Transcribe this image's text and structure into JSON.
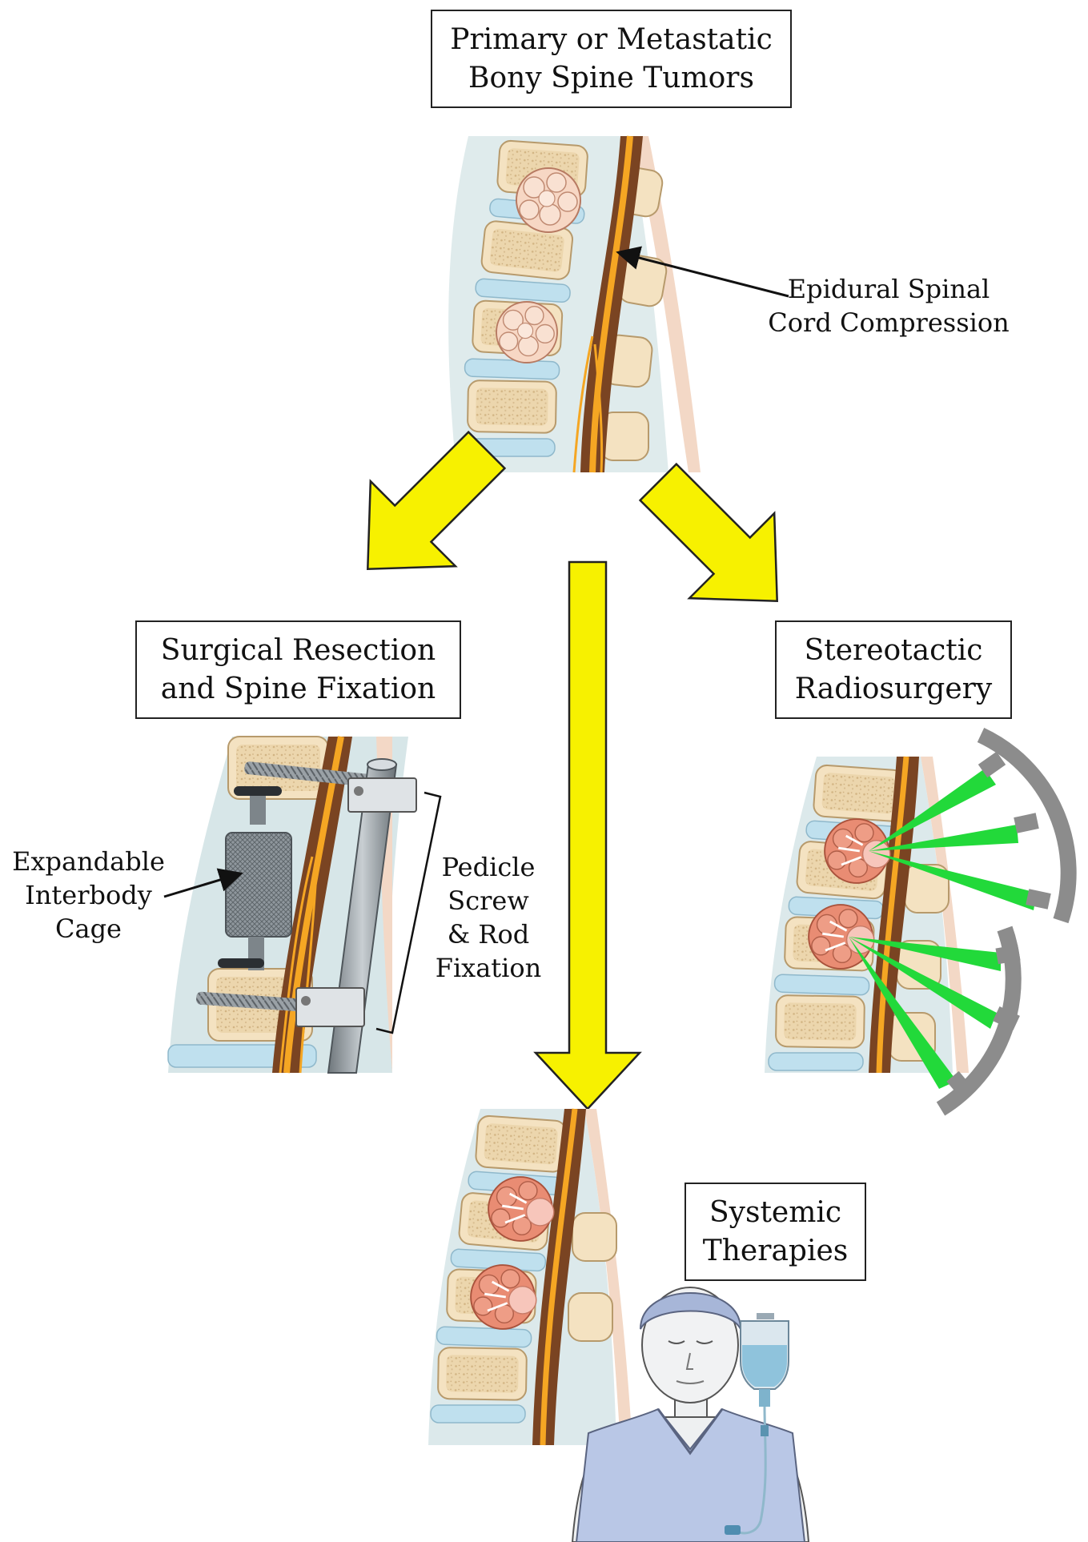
{
  "boxes": {
    "top": {
      "line1": "Primary or Metastatic",
      "line2": "Bony Spine Tumors"
    },
    "surgical": {
      "line1": "Surgical Resection",
      "line2": "and Spine Fixation"
    },
    "srs": {
      "line1": "Stereotactic",
      "line2": "Radiosurgery"
    },
    "systemic": {
      "line1": "Systemic",
      "line2": "Therapies"
    }
  },
  "labels": {
    "escc": {
      "line1": "Epidural Spinal",
      "line2": "Cord Compression"
    },
    "cage": {
      "line1": "Expandable",
      "line2": "Interbody",
      "line3": "Cage"
    },
    "pedicle": {
      "line1": "Pedicle",
      "line2": "Screw",
      "line3": "& Rod",
      "line4": "Fixation"
    }
  },
  "colors": {
    "arrow_fill": "#f7f100",
    "bone": "#f1dfbe",
    "disc": "#bfe0ee",
    "cord": "#7a4422",
    "nerve": "#f5a623",
    "tumor": "#f7d7c4",
    "treated_tumor": "#e98c73",
    "beam": "#22d93a",
    "gantry": "#8c8c8c",
    "metal": "#9ba3a9"
  }
}
